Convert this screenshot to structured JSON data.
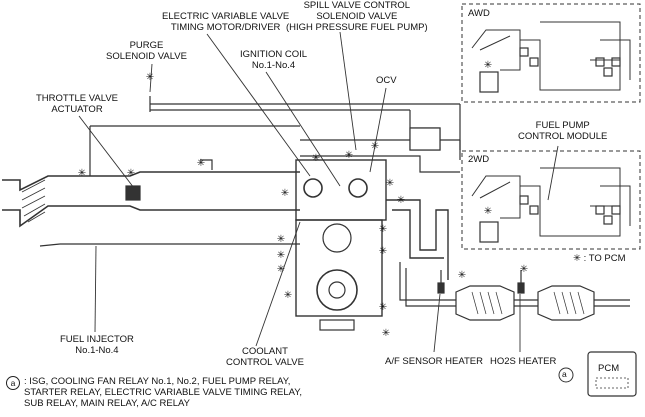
{
  "labels": {
    "purge": [
      "PURGE",
      "SOLENOID VALVE"
    ],
    "evvt": [
      "ELECTRIC VARIABLE VALVE",
      "TIMING MOTOR/DRIVER"
    ],
    "spill": [
      "SPILL VALVE CONTROL",
      "SOLENOID VALVE",
      "(HIGH PRESSURE FUEL PUMP)"
    ],
    "throttle": [
      "THROTTLE VALVE",
      "ACTUATOR"
    ],
    "ignition": [
      "IGNITION COIL",
      "No.1-No.4"
    ],
    "ocv": "OCV",
    "awd": "AWD",
    "fuel_pump": [
      "FUEL PUMP",
      "CONTROL MODULE"
    ],
    "twowd": "2WD",
    "to_pcm": "✳ : TO PCM",
    "injector": [
      "FUEL INJECTOR",
      "No.1-No.4"
    ],
    "coolant": [
      "COOLANT",
      "CONTROL VALVE"
    ],
    "af_sensor": "A/F SENSOR HEATER",
    "ho2s": "HO2S HEATER",
    "pcm": "PCM",
    "circle_a": "a"
  },
  "legend": {
    "mark": "a",
    "lines": [
      ": ISG, COOLING FAN RELAY No.1, No.2, FUEL PUMP RELAY,",
      "STARTER RELAY, ELECTRIC VARIABLE VALVE TIMING RELAY,",
      "SUB RELAY, MAIN RELAY, A/C RELAY"
    ]
  },
  "star_glyph": "✳"
}
